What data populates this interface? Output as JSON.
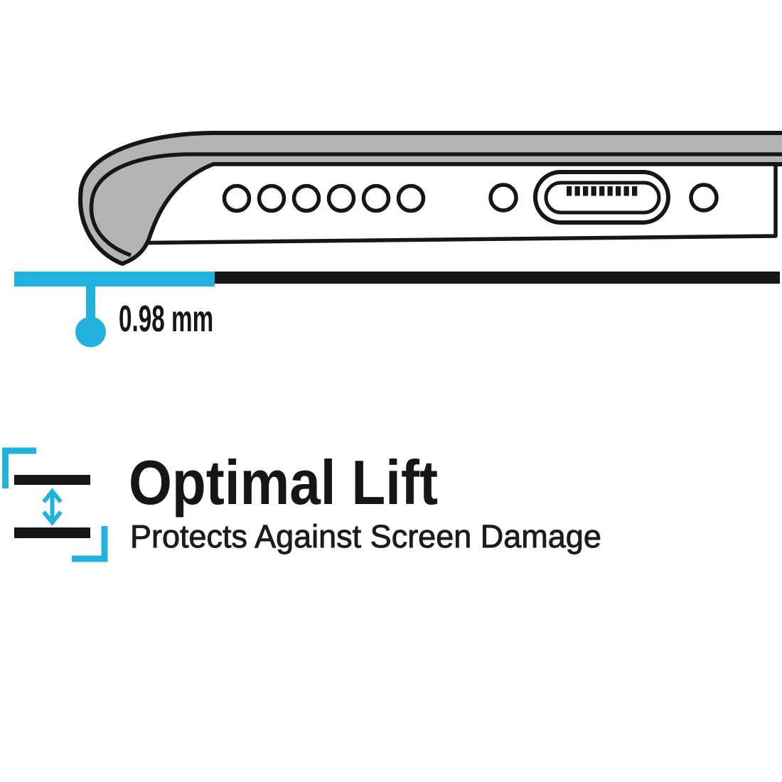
{
  "feature": {
    "title": "Optimal Lift",
    "subtitle": "Protects Against Screen Damage"
  },
  "measurement": {
    "label": "0.98 mm"
  },
  "diagram": {
    "speaker_hole_count": 6,
    "port_pin_count": 9,
    "colors": {
      "accent": "#22b2de",
      "case_gray": "#b4b4b4",
      "outline": "#161616"
    }
  }
}
